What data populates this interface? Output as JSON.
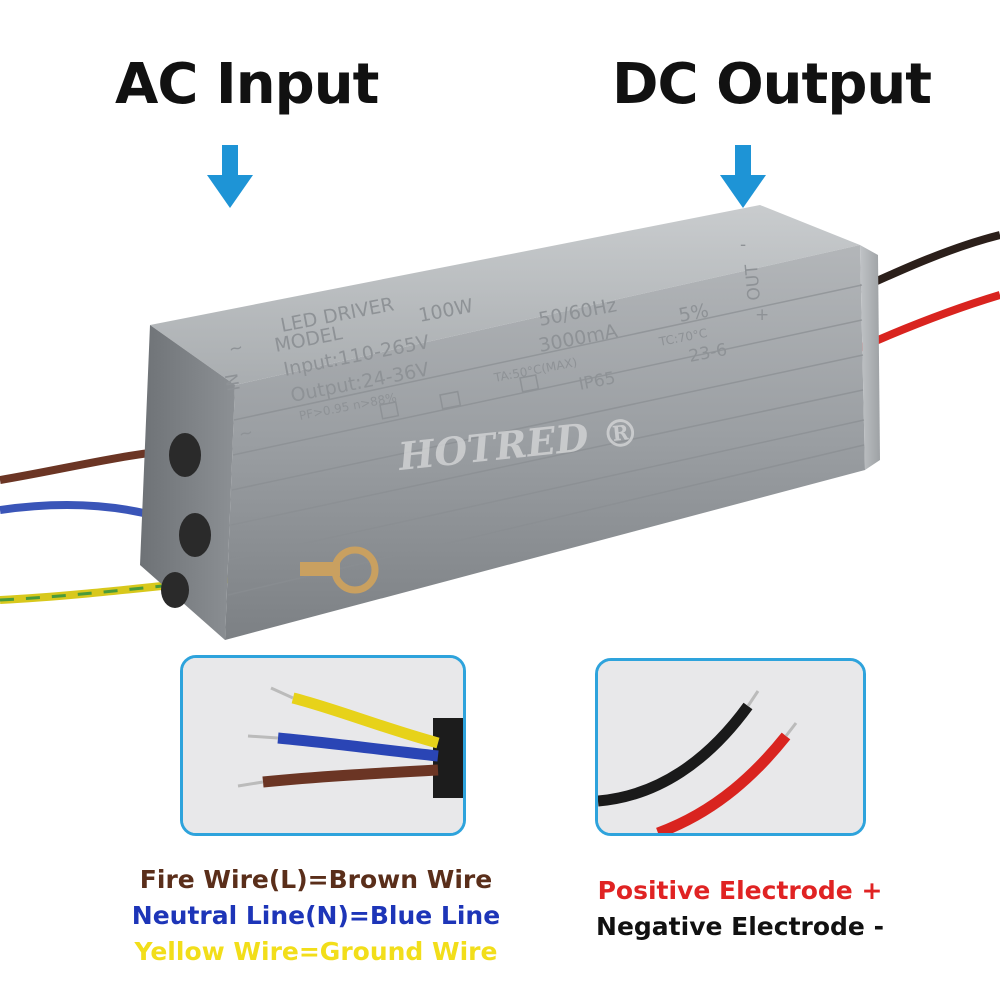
{
  "headings": {
    "ac": "AC Input",
    "dc": "DC Output"
  },
  "colors": {
    "accent_arrow": "#1e94d6",
    "brown_wire": "#6b3524",
    "blue_wire": "#2a45b5",
    "yellow_wire": "#e7d21a",
    "red_wire": "#d9241f",
    "black_wire": "#1a1a1a",
    "inset_border": "#2ea3dc"
  },
  "driver_label": {
    "title": "LED DRIVER",
    "model": "MODEL",
    "power": "100W",
    "input": "Input:110-265V",
    "freq": "50/60Hz",
    "output": "Output:24-36V",
    "current": "3000mA",
    "tolerance": "5%",
    "pf": "PF>0.95 n>88%",
    "ta": "TA:50°C(MAX)",
    "tc": "TC:70°C",
    "ip": "IP65",
    "date_code": "23-6",
    "side_in": "IN",
    "side_out": "OUT",
    "tilde_top": "~",
    "tilde_bottom": "~",
    "minus": "-",
    "plus": "+"
  },
  "watermark": "HOTRED ®",
  "legend_ac": {
    "line1": "Fire Wire(L)=Brown Wire",
    "line2": "Neutral Line(N)=Blue Line",
    "line3": "Yellow Wire=Ground Wire"
  },
  "legend_dc": {
    "line1": "Positive Electrode +",
    "line2": "Negative Electrode -"
  }
}
